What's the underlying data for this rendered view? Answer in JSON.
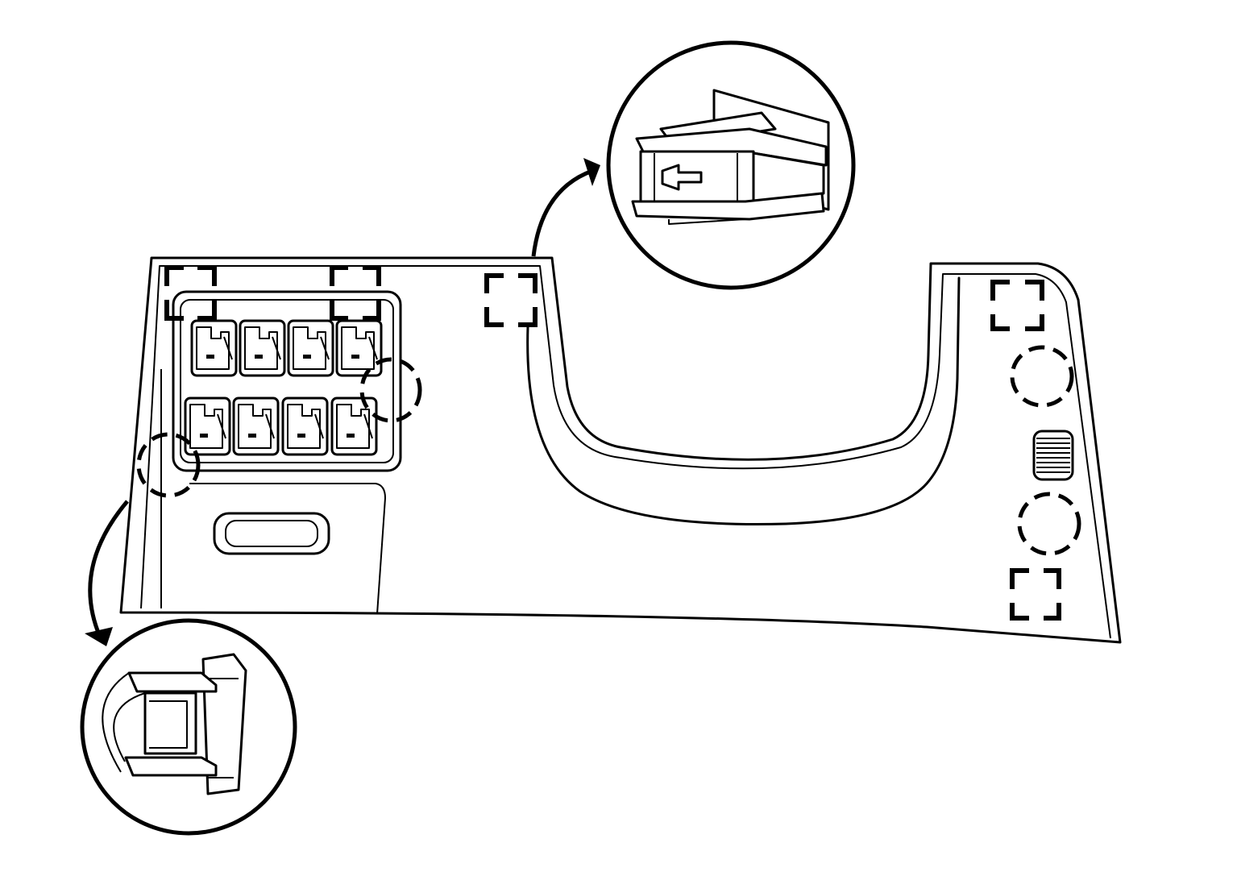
{
  "diagram": {
    "subject": "trim-panel-retainer-locations",
    "colors": {
      "line": "#000000",
      "background": "#ffffff"
    },
    "callouts": [
      {
        "id": "upper-detail",
        "icon": "retainer-clip-detail"
      },
      {
        "id": "lower-detail",
        "icon": "retainer-clip-detail"
      }
    ],
    "switch_bank": {
      "rows": 2,
      "columns": 4
    }
  }
}
